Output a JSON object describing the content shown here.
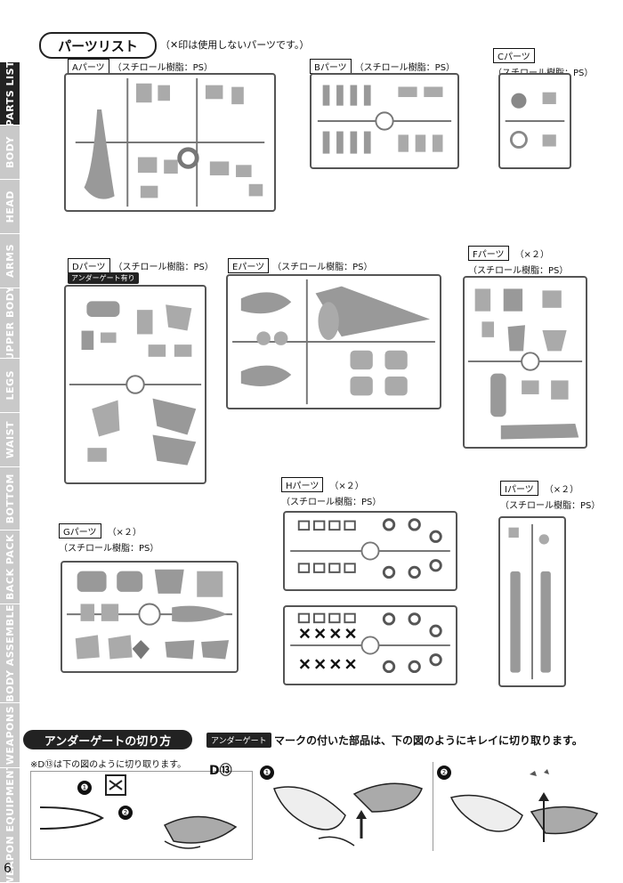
{
  "title": "パーツリスト",
  "subtitle": "（✕印は使用しないパーツです。）",
  "sidebar": [
    {
      "label": "PARTS LIST",
      "active": true
    },
    {
      "label": "BODY",
      "active": false
    },
    {
      "label": "HEAD",
      "active": false
    },
    {
      "label": "ARMS",
      "active": false
    },
    {
      "label": "UPPER BODY",
      "active": false
    },
    {
      "label": "LEGS",
      "active": false
    },
    {
      "label": "WAIST",
      "active": false
    },
    {
      "label": "BOTTOM",
      "active": false
    },
    {
      "label": "BACK PACK",
      "active": false
    },
    {
      "label": "BODY ASSEMBLE",
      "active": false
    },
    {
      "label": "WEAPONS",
      "active": false
    },
    {
      "label": "WEAPON EQUIPMENT",
      "active": false
    }
  ],
  "parts": [
    {
      "id": "A",
      "name": "Aパーツ",
      "material": "（スチロール樹脂：PS）",
      "mult": ""
    },
    {
      "id": "B",
      "name": "Bパーツ",
      "material": "（スチロール樹脂：PS）",
      "mult": ""
    },
    {
      "id": "C",
      "name": "Cパーツ",
      "material": "（スチロール樹脂：PS）",
      "mult": ""
    },
    {
      "id": "D",
      "name": "Dパーツ",
      "material": "（スチロール樹脂：PS）",
      "mult": ""
    },
    {
      "id": "E",
      "name": "Eパーツ",
      "material": "（スチロール樹脂：PS）",
      "mult": ""
    },
    {
      "id": "F",
      "name": "Fパーツ",
      "material": "（スチロール樹脂：PS）",
      "mult": "（×２）"
    },
    {
      "id": "G",
      "name": "Gパーツ",
      "material": "（スチロール樹脂：PS）",
      "mult": "（×２）"
    },
    {
      "id": "H",
      "name": "Hパーツ",
      "material": "（スチロール樹脂：PS）",
      "mult": "（×２）"
    },
    {
      "id": "I",
      "name": "Iパーツ",
      "material": "（スチロール樹脂：PS）",
      "mult": "（×２）"
    }
  ],
  "undergate_tag": "アンダーゲート有り",
  "cut_section": {
    "title": "アンダーゲートの切り方",
    "tag": "アンダーゲート",
    "text": "マークの付いた部品は、下の図のようにキレイに切り取ります。",
    "note": "※D⑬は下の図のように切り取ります。",
    "part_label": "D⑬",
    "step1": "❶",
    "step2": "❷"
  },
  "page_number": "6"
}
